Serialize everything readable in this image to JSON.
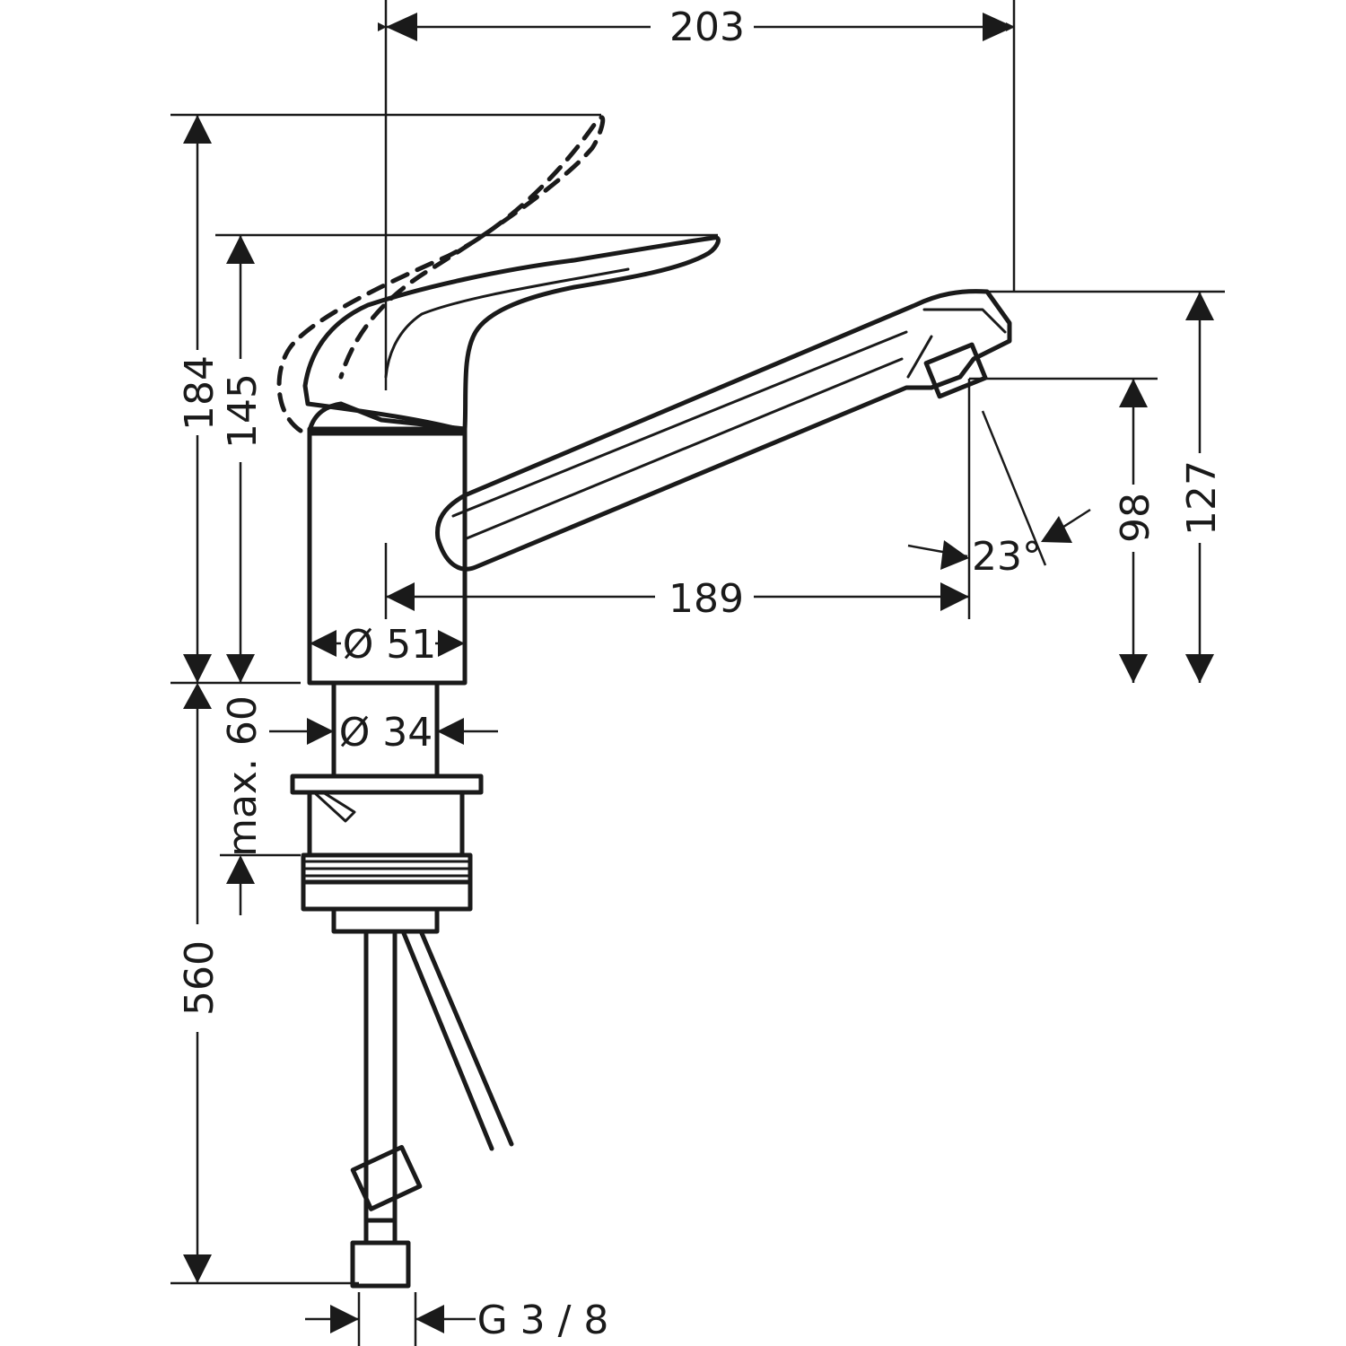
{
  "dimensions": {
    "overall_width": "203",
    "height_lever_open": "184",
    "height_lever_closed": "145",
    "spout_height_top": "127",
    "spout_outlet_height": "98",
    "spout_reach": "189",
    "spout_angle": "23°",
    "body_diameter": "Ø 51",
    "shank_diameter": "Ø 34",
    "max_deck_thickness": "max. 60",
    "hose_length": "560",
    "connection_thread": "G 3 / 8"
  },
  "colors": {
    "line": "#1a1a1a",
    "background": "#ffffff"
  }
}
